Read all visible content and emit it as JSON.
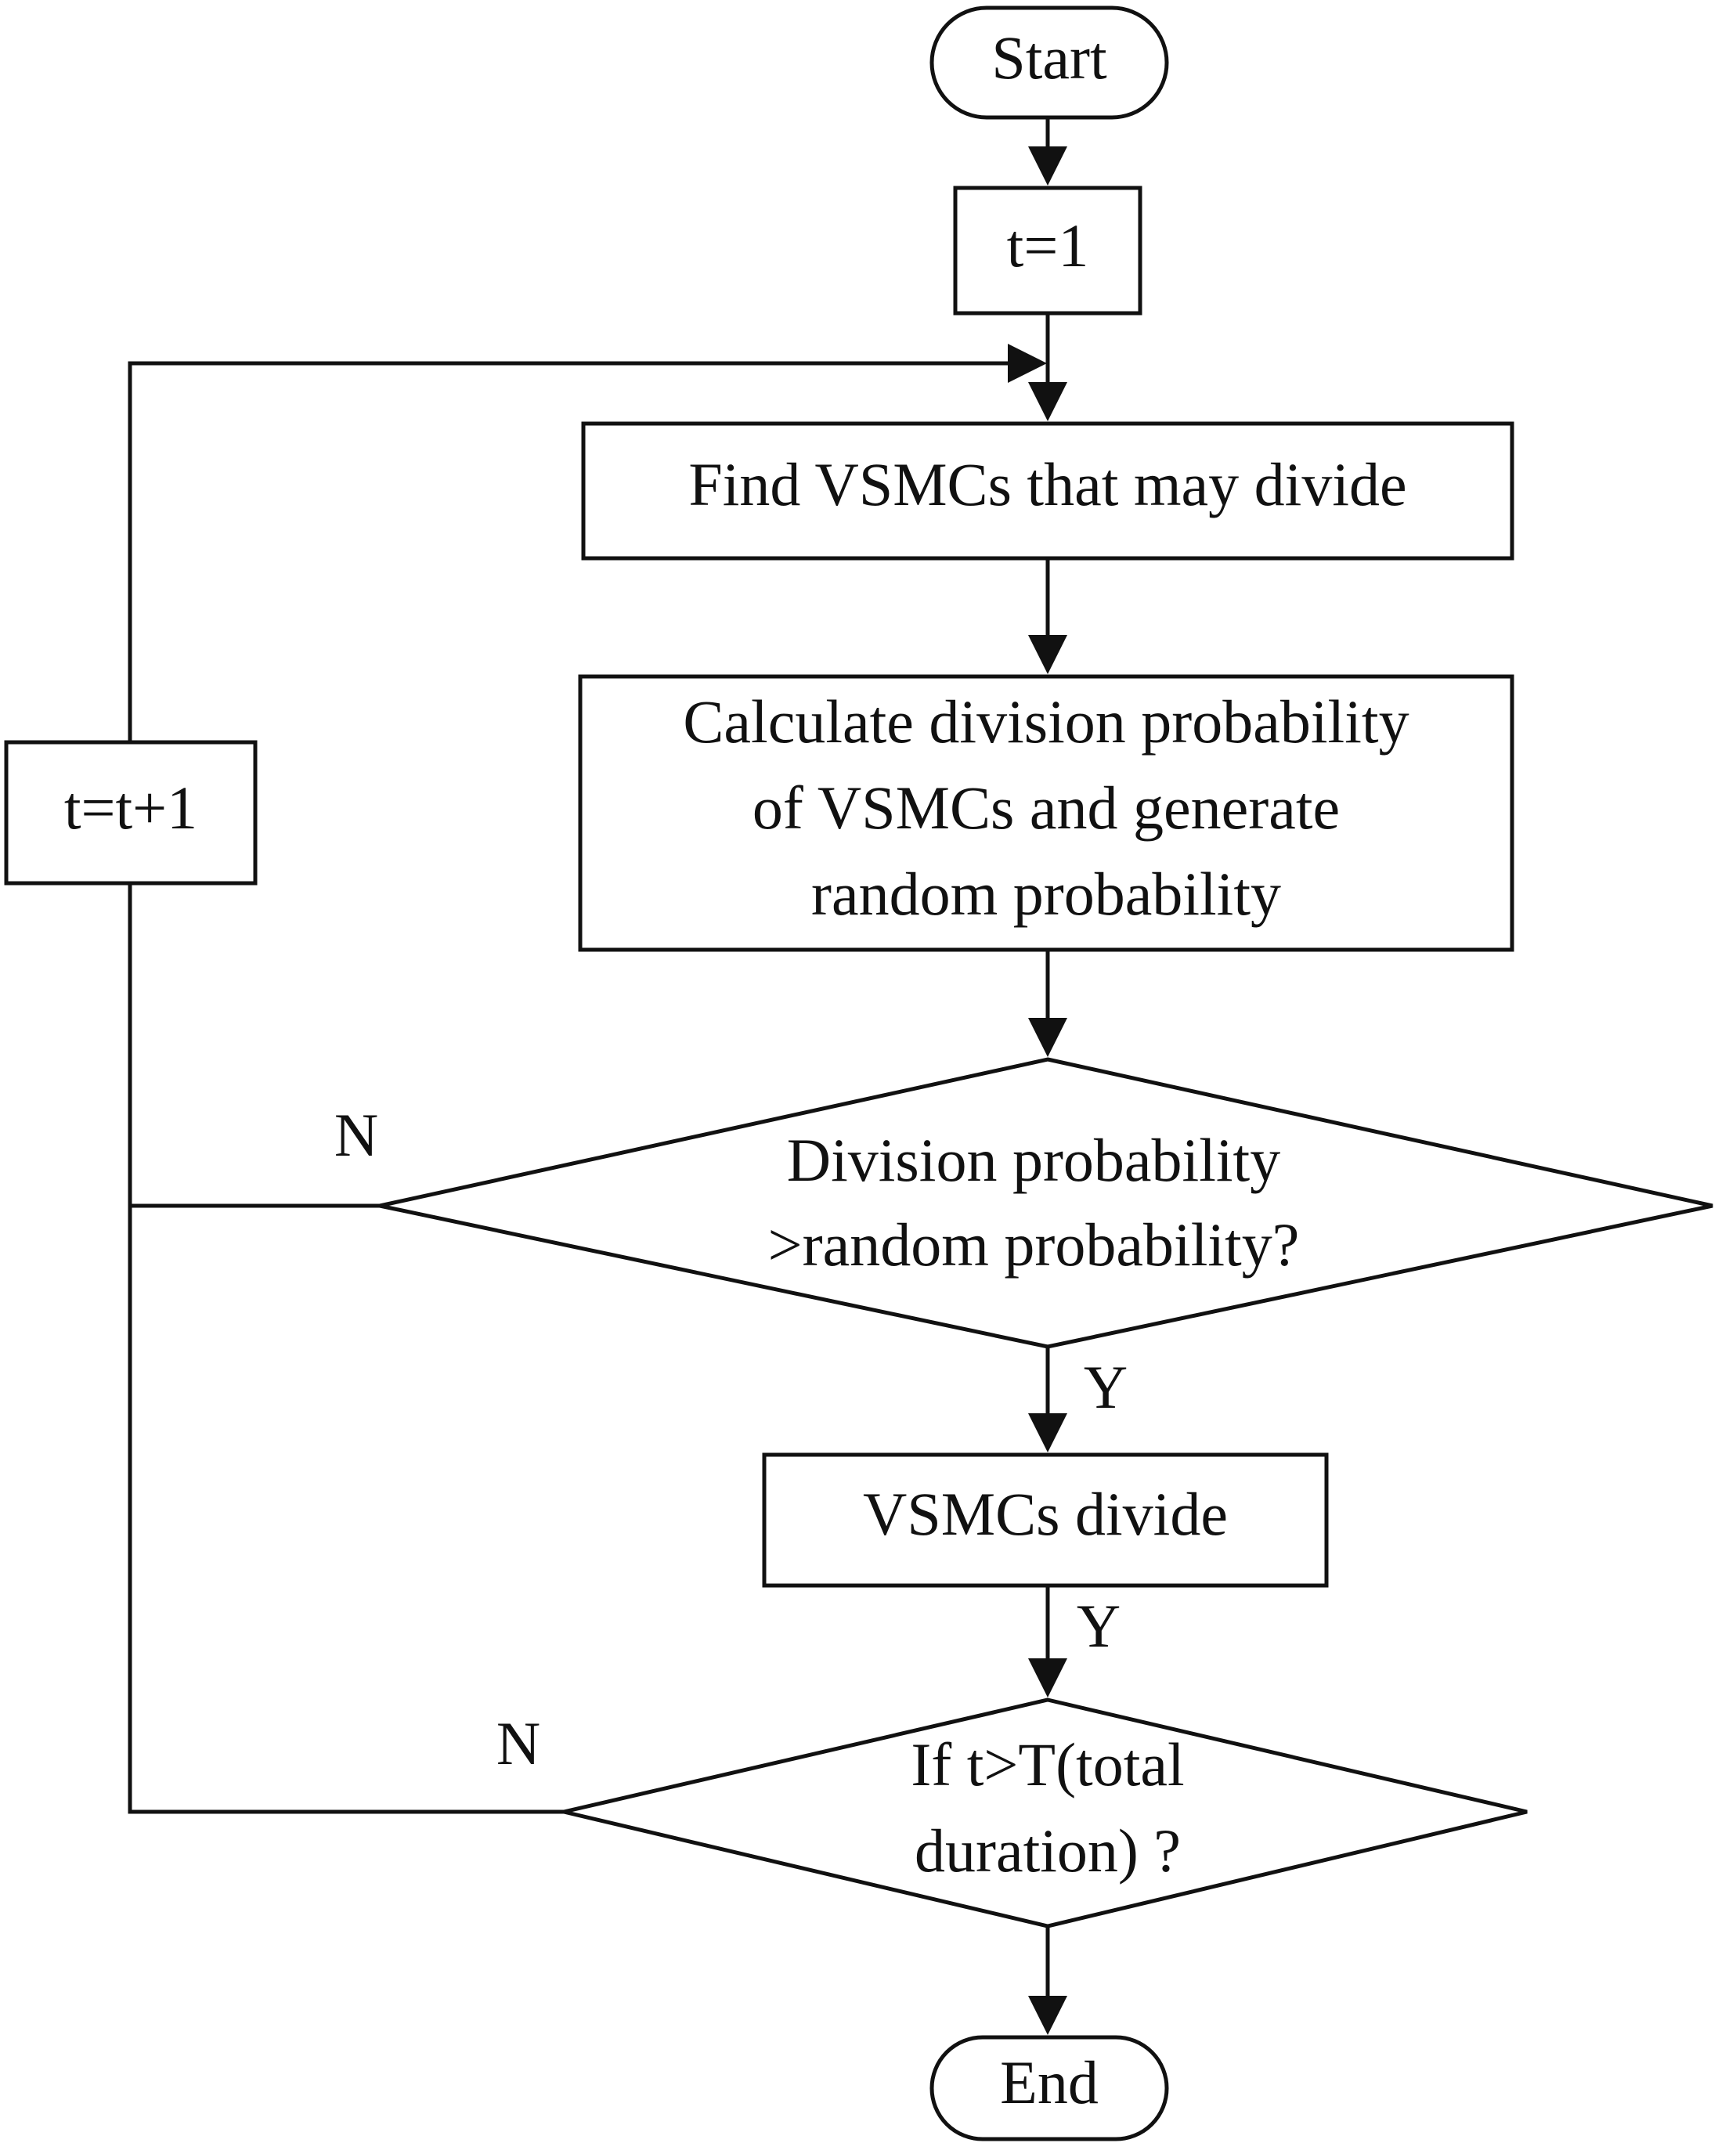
{
  "nodes": {
    "start": "Start",
    "init": "t=1",
    "find": "Find VSMCs that may divide",
    "calc": [
      "Calculate division probability",
      "of VSMCs and generate",
      "random probability"
    ],
    "decision1": [
      "Division probability",
      ">random probability?"
    ],
    "divide": "VSMCs divide",
    "decision2": [
      "If t>T(total",
      "duration) ?"
    ],
    "increment": "t=t+1",
    "end": "End"
  },
  "edge_labels": {
    "d1_no": "N",
    "d1_yes": "Y",
    "divide_yes": "Y",
    "d2_no": "N"
  }
}
